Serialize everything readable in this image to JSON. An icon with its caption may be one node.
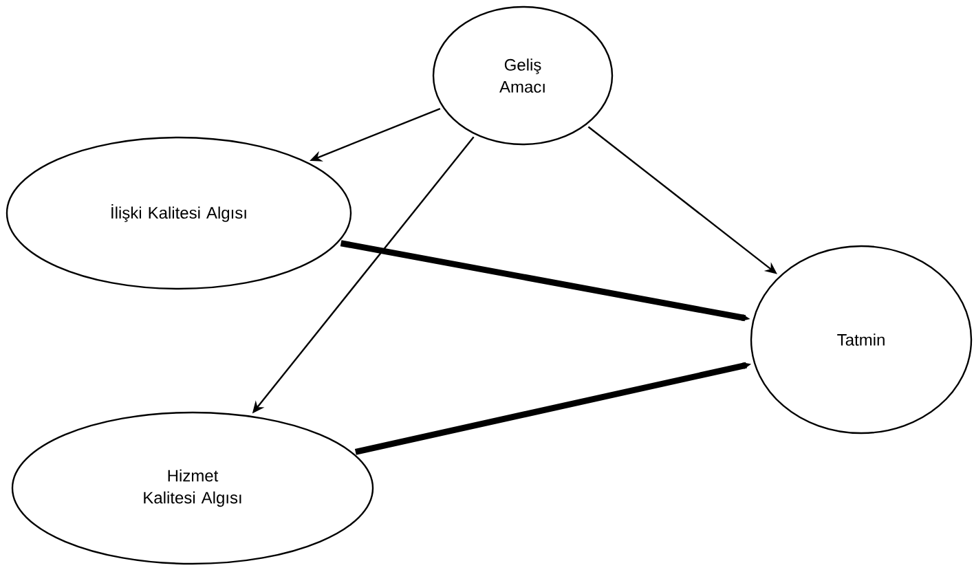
{
  "diagram": {
    "nodes": [
      {
        "text": [
          "Geliş Amacı"
        ]
      },
      {
        "text": [
          "İlişki Kalitesi Algısı"
        ]
      },
      {
        "text": [
          "Tatmin"
        ]
      },
      {
        "text": [
          "Hizmet Kalitesi Algısı"
        ]
      }
    ],
    "edges": [
      {
        "from": 0,
        "to": 1,
        "arrow": "to"
      },
      {
        "from": 0,
        "to": 2,
        "arrow": "to"
      },
      {
        "from": 0,
        "to": 3,
        "arrow": "to"
      },
      {
        "from": 1,
        "to": 2,
        "arrow": "to",
        "style": "thick"
      },
      {
        "from": 3,
        "to": 2,
        "arrow": "to",
        "style": "thick"
      }
    ]
  }
}
